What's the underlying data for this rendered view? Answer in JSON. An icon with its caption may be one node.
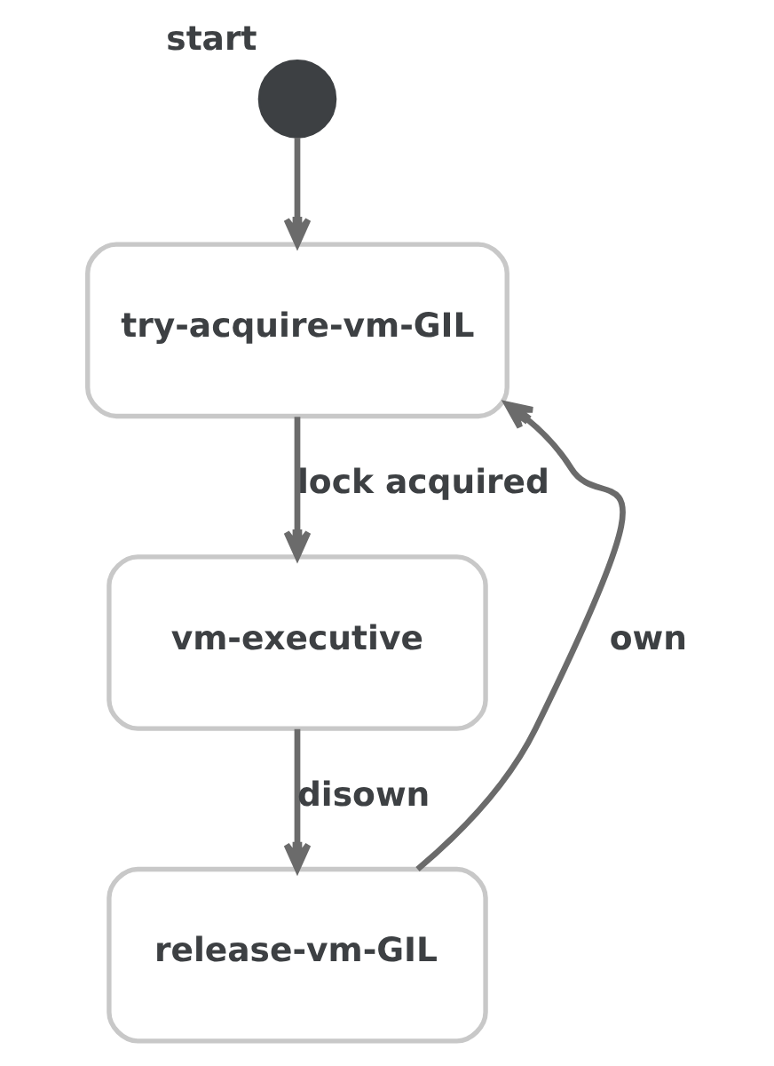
{
  "diagram": {
    "nodes": [
      {
        "text": [],
        "shape": "circle",
        "beside": [
          "start"
        ]
      },
      {
        "text": [
          "try-acquire-vm-GIL"
        ]
      },
      {
        "text": [
          "vm-executive"
        ]
      },
      {
        "text": [
          "release-vm-GIL"
        ]
      }
    ],
    "edges": [
      {
        "from": 0,
        "to": 1,
        "arrow": "to"
      },
      {
        "from": 1,
        "to": 2,
        "arrow": "to",
        "label": "lock acquired"
      },
      {
        "from": 2,
        "to": 3,
        "arrow": "to",
        "label": "disown"
      },
      {
        "from": 3,
        "to": 1,
        "arrow": "to",
        "label": "own"
      }
    ]
  }
}
